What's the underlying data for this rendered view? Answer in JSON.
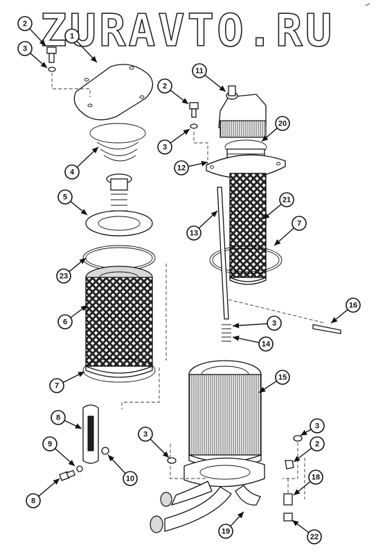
{
  "watermark": "ZURAVTO.RU",
  "callouts": [
    {
      "id": "c-2a",
      "label": "2"
    },
    {
      "id": "c-3a",
      "label": "3"
    },
    {
      "id": "c-1",
      "label": "1"
    },
    {
      "id": "c-4",
      "label": "4"
    },
    {
      "id": "c-5",
      "label": "5"
    },
    {
      "id": "c-23",
      "label": "23"
    },
    {
      "id": "c-6",
      "label": "6"
    },
    {
      "id": "c-7a",
      "label": "7"
    },
    {
      "id": "c-8a",
      "label": "8"
    },
    {
      "id": "c-9",
      "label": "9"
    },
    {
      "id": "c-10",
      "label": "10"
    },
    {
      "id": "c-8b",
      "label": "8"
    },
    {
      "id": "c-2b",
      "label": "2"
    },
    {
      "id": "c-3b",
      "label": "3"
    },
    {
      "id": "c-11",
      "label": "11"
    },
    {
      "id": "c-20",
      "label": "20"
    },
    {
      "id": "c-12",
      "label": "12"
    },
    {
      "id": "c-21",
      "label": "21"
    },
    {
      "id": "c-13",
      "label": "13"
    },
    {
      "id": "c-7b",
      "label": "7"
    },
    {
      "id": "c-16",
      "label": "16"
    },
    {
      "id": "c-3c",
      "label": "3"
    },
    {
      "id": "c-14",
      "label": "14"
    },
    {
      "id": "c-15",
      "label": "15"
    },
    {
      "id": "c-3d",
      "label": "3"
    },
    {
      "id": "c-3e",
      "label": "3"
    },
    {
      "id": "c-2c",
      "label": "2"
    },
    {
      "id": "c-18",
      "label": "18"
    },
    {
      "id": "c-19",
      "label": "19"
    },
    {
      "id": "c-22",
      "label": "22"
    }
  ]
}
